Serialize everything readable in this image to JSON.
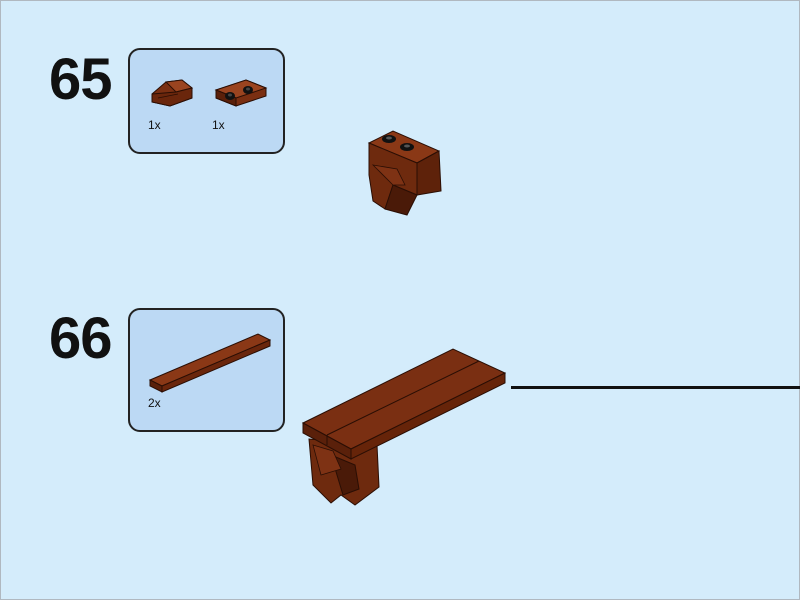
{
  "steps": [
    {
      "number": "65",
      "parts": [
        {
          "qty": "1x",
          "icon": "slope-brick-icon"
        },
        {
          "qty": "1x",
          "icon": "plate-with-studs-icon"
        }
      ]
    },
    {
      "number": "66",
      "parts": [
        {
          "qty": "2x",
          "icon": "long-plate-icon"
        }
      ]
    }
  ],
  "colors": {
    "background": "#d4ecfb",
    "parts_box": "#bcd9f4",
    "brick_brown": "#7a2f12",
    "brick_dark": "#4a1a08",
    "brick_light": "#9a4420"
  }
}
